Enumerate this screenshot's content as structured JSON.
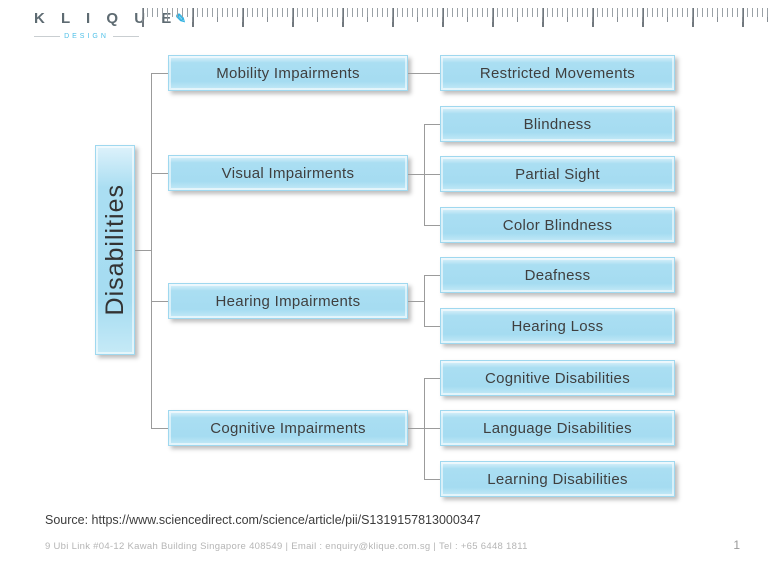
{
  "logo": {
    "brand": "K L I Q U E",
    "tagline": "DESIGN",
    "icons": {
      "pen": "✎"
    }
  },
  "diagram": {
    "root": "Disabilities",
    "branches": [
      {
        "label": "Mobility Impairments",
        "children": [
          "Restricted Movements"
        ]
      },
      {
        "label": "Visual Impairments",
        "children": [
          "Blindness",
          "Partial Sight",
          "Color Blindness"
        ]
      },
      {
        "label": "Hearing Impairments",
        "children": [
          "Deafness",
          "Hearing Loss"
        ]
      },
      {
        "label": "Cognitive Impairments",
        "children": [
          "Cognitive Disabilities",
          "Language Disabilities",
          "Learning Disabilities"
        ]
      }
    ]
  },
  "source": "Source: https://www.sciencedirect.com/science/article/pii/S1319157813000347",
  "footer": {
    "contact": "9 Ubi Link #04-12 Kawah Building Singapore 408549   |   Email : enquiry@klique.com.sg   |   Tel : +65 6448 1811",
    "page": "1"
  },
  "colors": {
    "box_fill": "#a9ddf1",
    "box_border": "#9fd8ef",
    "accent": "#2fb0e0",
    "line": "#9b9b9b"
  }
}
